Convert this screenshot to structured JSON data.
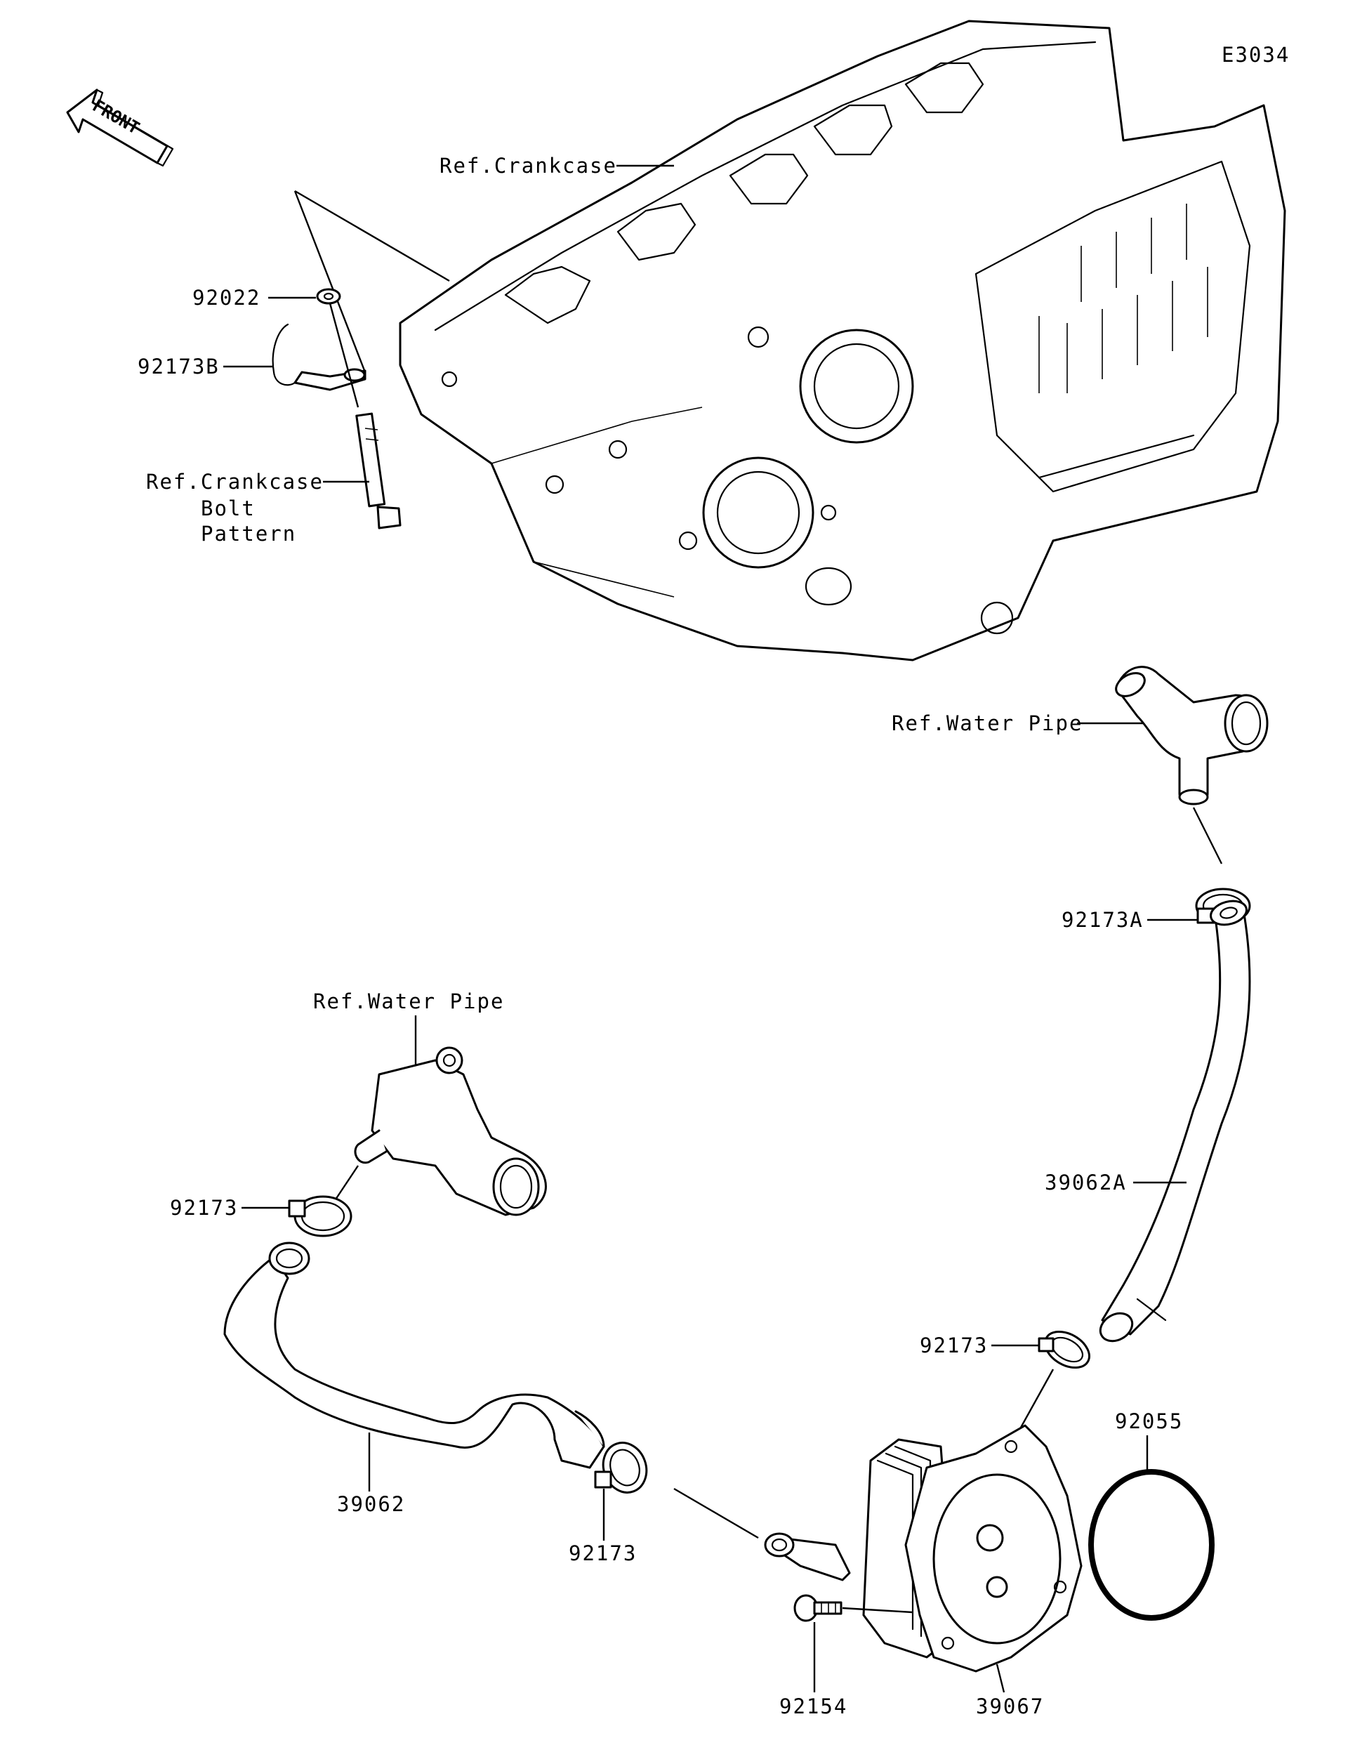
{
  "diagram": {
    "code": "E3034",
    "front_label": "FRONT",
    "labels": {
      "ref_crankcase": "Ref.Crankcase",
      "ref_crankcase_bolt_line1": "Ref.Crankcase",
      "ref_crankcase_bolt_line2": "Bolt",
      "ref_crankcase_bolt_line3": "Pattern",
      "ref_water_pipe_right": "Ref.Water Pipe",
      "ref_water_pipe_left": "Ref.Water Pipe"
    },
    "part_numbers": {
      "p92022": "92022",
      "p92173B": "92173B",
      "p92173A": "92173A",
      "p39062A": "39062A",
      "p92173_left": "92173",
      "p92173_right": "92173",
      "p92173_bottom": "92173",
      "p39062": "39062",
      "p92055": "92055",
      "p92154": "92154",
      "p39067": "39067"
    }
  }
}
